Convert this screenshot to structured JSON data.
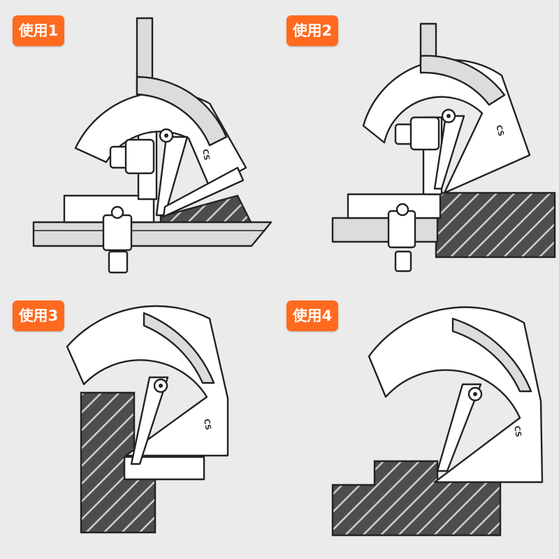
{
  "panels": [
    {
      "label": "使用1"
    },
    {
      "label": "使用2"
    },
    {
      "label": "使用3"
    },
    {
      "label": "使用4"
    }
  ],
  "brand_mark": "CS",
  "colors": {
    "label_bg": "#ff6a1f",
    "label_text": "#ffffff",
    "background": "#ebebeb",
    "block_fill": "#4d4d4d"
  }
}
